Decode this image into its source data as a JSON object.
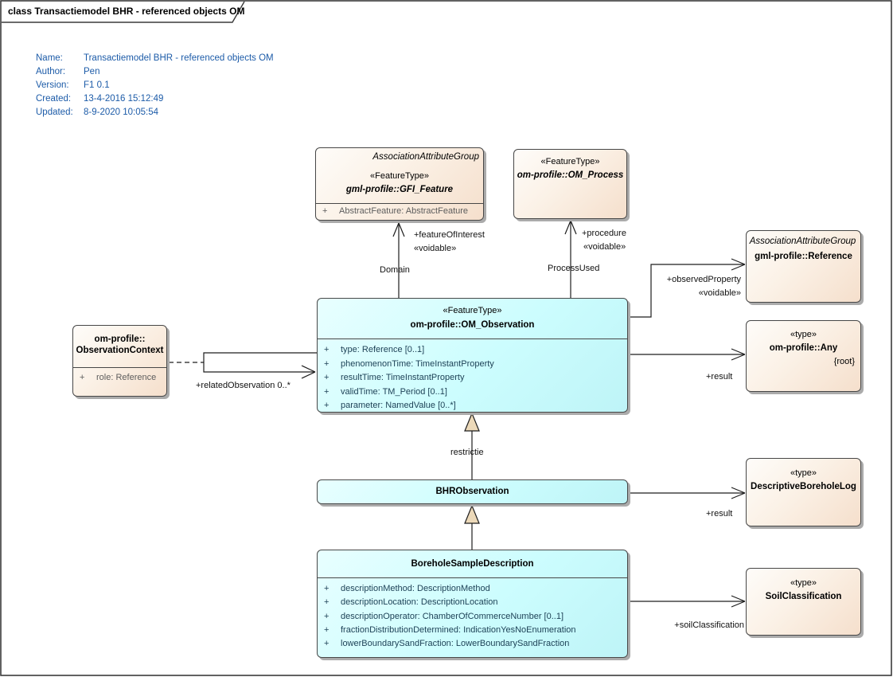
{
  "frame": {
    "title": "class Transactiemodel BHR - referenced objects OM"
  },
  "metadata": {
    "rows": [
      {
        "label": "Name:",
        "value": "Transactiemodel BHR - referenced objects OM"
      },
      {
        "label": "Author:",
        "value": "Pen"
      },
      {
        "label": "Version:",
        "value": "F1 0.1"
      },
      {
        "label": "Created:",
        "value": "13-4-2016 15:12:49"
      },
      {
        "label": "Updated:",
        "value": "8-9-2020 10:05:54"
      }
    ]
  },
  "classes": {
    "gfi_feature": {
      "group": "AssociationAttributeGroup",
      "stereotype": "«FeatureType»",
      "name": "gml-profile::GFI_Feature",
      "attributes": [
        {
          "vis": "+",
          "text": "AbstractFeature: AbstractFeature"
        }
      ]
    },
    "om_process": {
      "stereotype": "«FeatureType»",
      "name": "om-profile::OM_Process"
    },
    "reference": {
      "group": "AssociationAttributeGroup",
      "name": "gml-profile::Reference"
    },
    "any": {
      "stereotype": "«type»",
      "name": "om-profile::Any",
      "constraint": "{root}"
    },
    "om_observation": {
      "stereotype": "«FeatureType»",
      "name": "om-profile::OM_Observation",
      "attributes": [
        {
          "vis": "+",
          "text": "type: Reference [0..1]"
        },
        {
          "vis": "+",
          "text": "phenomenonTime: TimeInstantProperty"
        },
        {
          "vis": "+",
          "text": "resultTime: TimeInstantProperty"
        },
        {
          "vis": "+",
          "text": "validTime: TM_Period [0..1]"
        },
        {
          "vis": "+",
          "text": "parameter: NamedValue [0..*]"
        }
      ]
    },
    "observation_context": {
      "name_line1": "om-profile::",
      "name_line2": "ObservationContext",
      "attributes": [
        {
          "vis": "+",
          "text": "role: Reference"
        }
      ]
    },
    "bhr_observation": {
      "name": "BHRObservation"
    },
    "descriptive_borehole_log": {
      "stereotype": "«type»",
      "name": "DescriptiveBoreholeLog"
    },
    "borehole_sample_description": {
      "name": "BoreholeSampleDescription",
      "attributes": [
        {
          "vis": "+",
          "text": "descriptionMethod: DescriptionMethod"
        },
        {
          "vis": "+",
          "text": "descriptionLocation: DescriptionLocation"
        },
        {
          "vis": "+",
          "text": "descriptionOperator: ChamberOfCommerceNumber [0..1]"
        },
        {
          "vis": "+",
          "text": "fractionDistributionDetermined: IndicationYesNoEnumeration"
        },
        {
          "vis": "+",
          "text": "lowerBoundarySandFraction: LowerBoundarySandFraction"
        }
      ]
    },
    "soil_classification": {
      "stereotype": "«type»",
      "name": "SoilClassification"
    }
  },
  "connectors": {
    "feature_of_interest": {
      "role": "+featureOfInterest",
      "stereotype": "«voidable»",
      "name": "Domain"
    },
    "procedure": {
      "role": "+procedure",
      "stereotype": "«voidable»",
      "name": "ProcessUsed"
    },
    "observed_property": {
      "role": "+observedProperty",
      "stereotype": "«voidable»"
    },
    "result_observation": {
      "role": "+result"
    },
    "related_observation": {
      "role": "+relatedObservation 0..*"
    },
    "restrictie": {
      "name": "restrictie"
    },
    "result_bhr": {
      "role": "+result"
    },
    "soil_classification": {
      "role": "+soilClassification"
    }
  },
  "colors": {
    "feature_fill": "#ccfdfe",
    "referenced_fill": "#f8e7d6",
    "generalization_fill": "#ecd9b9",
    "border": "#474747",
    "metadata_text": "#1c5ba8",
    "attribute_text_cyan": "#1e4257",
    "attribute_text_cream": "#5d5d5d"
  }
}
